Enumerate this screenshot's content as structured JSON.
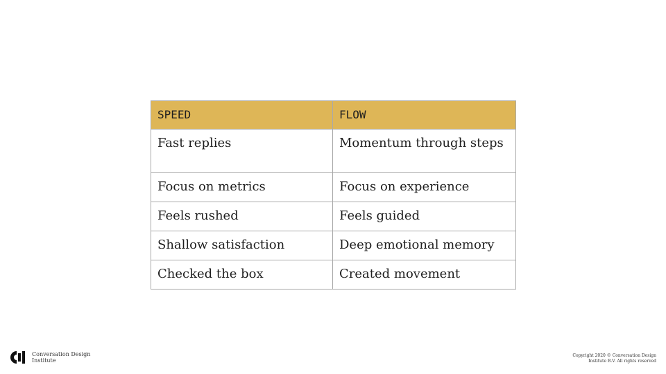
{
  "table": {
    "headers": [
      "SPEED",
      "FLOW"
    ],
    "rows": [
      [
        "Fast replies",
        "Momentum through steps"
      ],
      [
        "Focus on metrics",
        "Focus on experience"
      ],
      [
        "Feels rushed",
        "Feels guided"
      ],
      [
        "Shallow satisfaction",
        "Deep emotional memory"
      ],
      [
        "Checked the box",
        "Created movement"
      ]
    ]
  },
  "footer": {
    "logo_line1": "Conversation Design",
    "logo_line2": "Institute",
    "copyright_line1": "Copyright 2020 © Conversation Design",
    "copyright_line2": "Institute B.V. All rights reserved"
  },
  "colors": {
    "header_fill": "#deb657",
    "border": "#a9a9a9",
    "text": "#1e1e1e"
  },
  "icons": {
    "logo": "cdi-logo-icon"
  }
}
